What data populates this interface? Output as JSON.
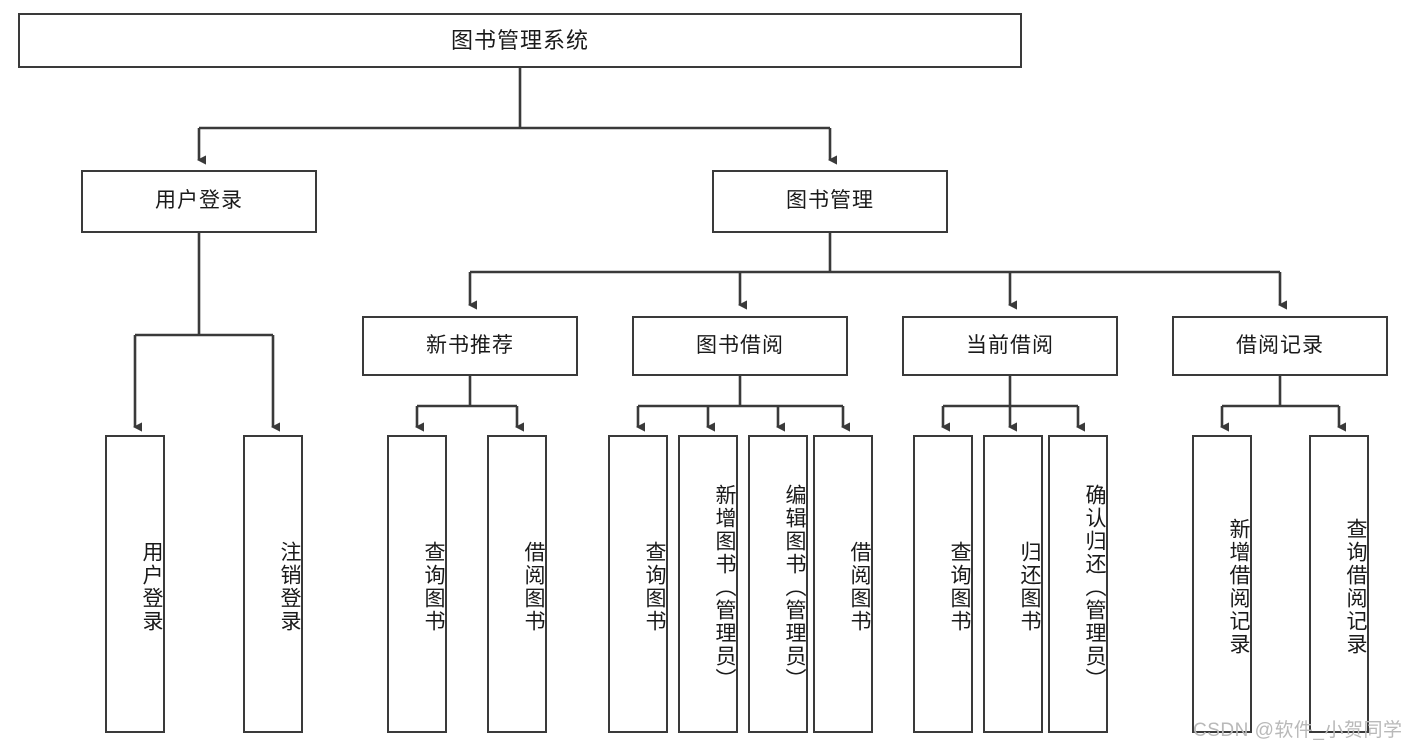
{
  "diagram": {
    "title": "图书管理系统",
    "orientation": "top-down-tree",
    "root": {
      "label": "图书管理系统"
    },
    "level2": [
      {
        "label": "用户登录"
      },
      {
        "label": "图书管理"
      }
    ],
    "level3": [
      {
        "label": "新书推荐"
      },
      {
        "label": "图书借阅"
      },
      {
        "label": "当前借阅"
      },
      {
        "label": "借阅记录"
      }
    ],
    "leaves": {
      "user_login": [
        {
          "label": "用户登录"
        },
        {
          "label": "注销登录"
        }
      ],
      "new_book_recommend": [
        {
          "label": "查询图书"
        },
        {
          "label": "借阅图书"
        }
      ],
      "book_borrow": [
        {
          "label": "查询图书"
        },
        {
          "label": "新增图书（管理员）"
        },
        {
          "label": "编辑图书（管理员）"
        },
        {
          "label": "借阅图书"
        }
      ],
      "current_borrow": [
        {
          "label": "查询图书"
        },
        {
          "label": "归还图书"
        },
        {
          "label": "确认归还（管理员）"
        }
      ],
      "borrow_record": [
        {
          "label": "新增借阅记录"
        },
        {
          "label": "查询借阅记录"
        }
      ]
    },
    "watermark": "CSDN @软件_小贺同学",
    "colors": {
      "stroke": "#3a3a3a",
      "fill": "#ffffff",
      "text": "#1a1a1a",
      "watermark": "#b9b9b9"
    }
  }
}
